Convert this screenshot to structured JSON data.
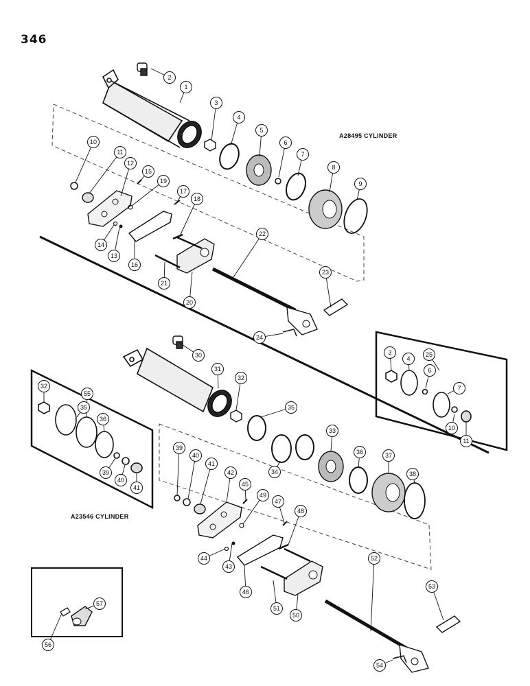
{
  "page_number": "346",
  "assemblies": [
    {
      "model": "A28495 CYLINDER"
    },
    {
      "model": "A23546 CYLINDER"
    }
  ],
  "callouts": [
    "1",
    "2",
    "3",
    "4",
    "5",
    "6",
    "7",
    "8",
    "9",
    "10",
    "11",
    "12",
    "13",
    "14",
    "15",
    "16",
    "17",
    "18",
    "19",
    "20",
    "21",
    "22",
    "23",
    "24",
    "25",
    "30",
    "31",
    "32",
    "33",
    "34",
    "35",
    "36",
    "37",
    "38",
    "39",
    "40",
    "41",
    "42",
    "43",
    "44",
    "45",
    "46",
    "47",
    "48",
    "49",
    "50",
    "51",
    "52",
    "53",
    "54",
    "55",
    "56",
    "57"
  ],
  "kit_callouts": {
    "25": [
      "3",
      "4",
      "6",
      "7",
      "10",
      "11"
    ],
    "55": [
      "32",
      "35",
      "36",
      "39",
      "40",
      "41"
    ]
  }
}
